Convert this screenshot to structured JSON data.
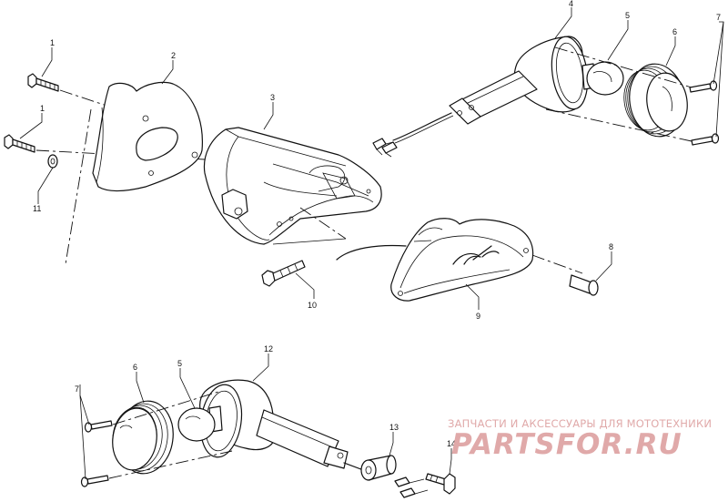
{
  "callouts": {
    "c1a": "1",
    "c1b": "1",
    "c2": "2",
    "c3": "3",
    "c4": "4",
    "c5a": "5",
    "c6a": "6",
    "c7a": "7",
    "c8": "8",
    "c9": "9",
    "c10": "10",
    "c11": "11",
    "c12": "12",
    "c6b": "6",
    "c5b": "5",
    "c7b": "7",
    "c13": "13",
    "c14": "14"
  },
  "watermark": {
    "tagline": "ЗАПЧАСТИ И АКСЕССУАРЫ ДЛЯ МОТОТЕХНИКИ",
    "logo": "PARTSFOR.RU"
  }
}
